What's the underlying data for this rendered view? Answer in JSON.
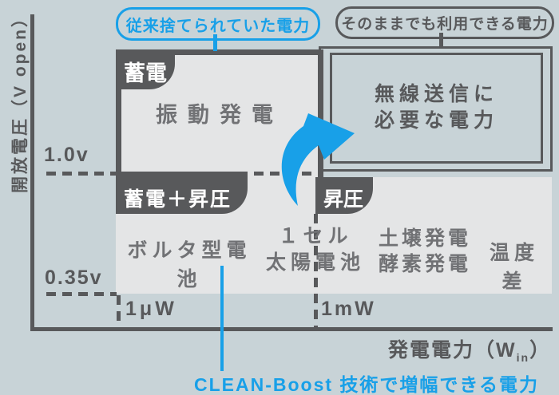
{
  "colors": {
    "bg": "#C8D3D7",
    "panel": "#E4E5E6",
    "dark": "#58595B",
    "mid": "#717275",
    "blue": "#18A0E8",
    "white": "#FFFFFF"
  },
  "y_axis": {
    "label": "開放電圧（V open）",
    "tick_top": "1.0v",
    "tick_bottom": "0.35v"
  },
  "x_axis": {
    "label_pre": "発電電力（W",
    "label_sub": "in",
    "label_post": "）",
    "tick_left": "1μW",
    "tick_right": "1mW"
  },
  "callouts": {
    "discarded_label": "従来捨てられていた電力",
    "usable_label": "そのままでも利用できる電力",
    "boost_caption": "CLEAN-Boost 技術で増幅できる電力"
  },
  "regions": {
    "vibration_corner": "蓄電",
    "vibration_label": "振動発電",
    "wireless_line1": "無線送信に",
    "wireless_line2": "必要な電力",
    "bottom_corner_left": "蓄電＋昇圧",
    "bottom_corner_right": "昇圧",
    "volta_label": "ボルタ型電池",
    "solar_line1": "１セル",
    "solar_line2": "太陽電池",
    "soil_line1": "土壌発電",
    "soil_line2": "酵素発電",
    "temp_label": "温度差"
  },
  "icons": {
    "boost_arrow": "curved-up-right-arrow"
  }
}
